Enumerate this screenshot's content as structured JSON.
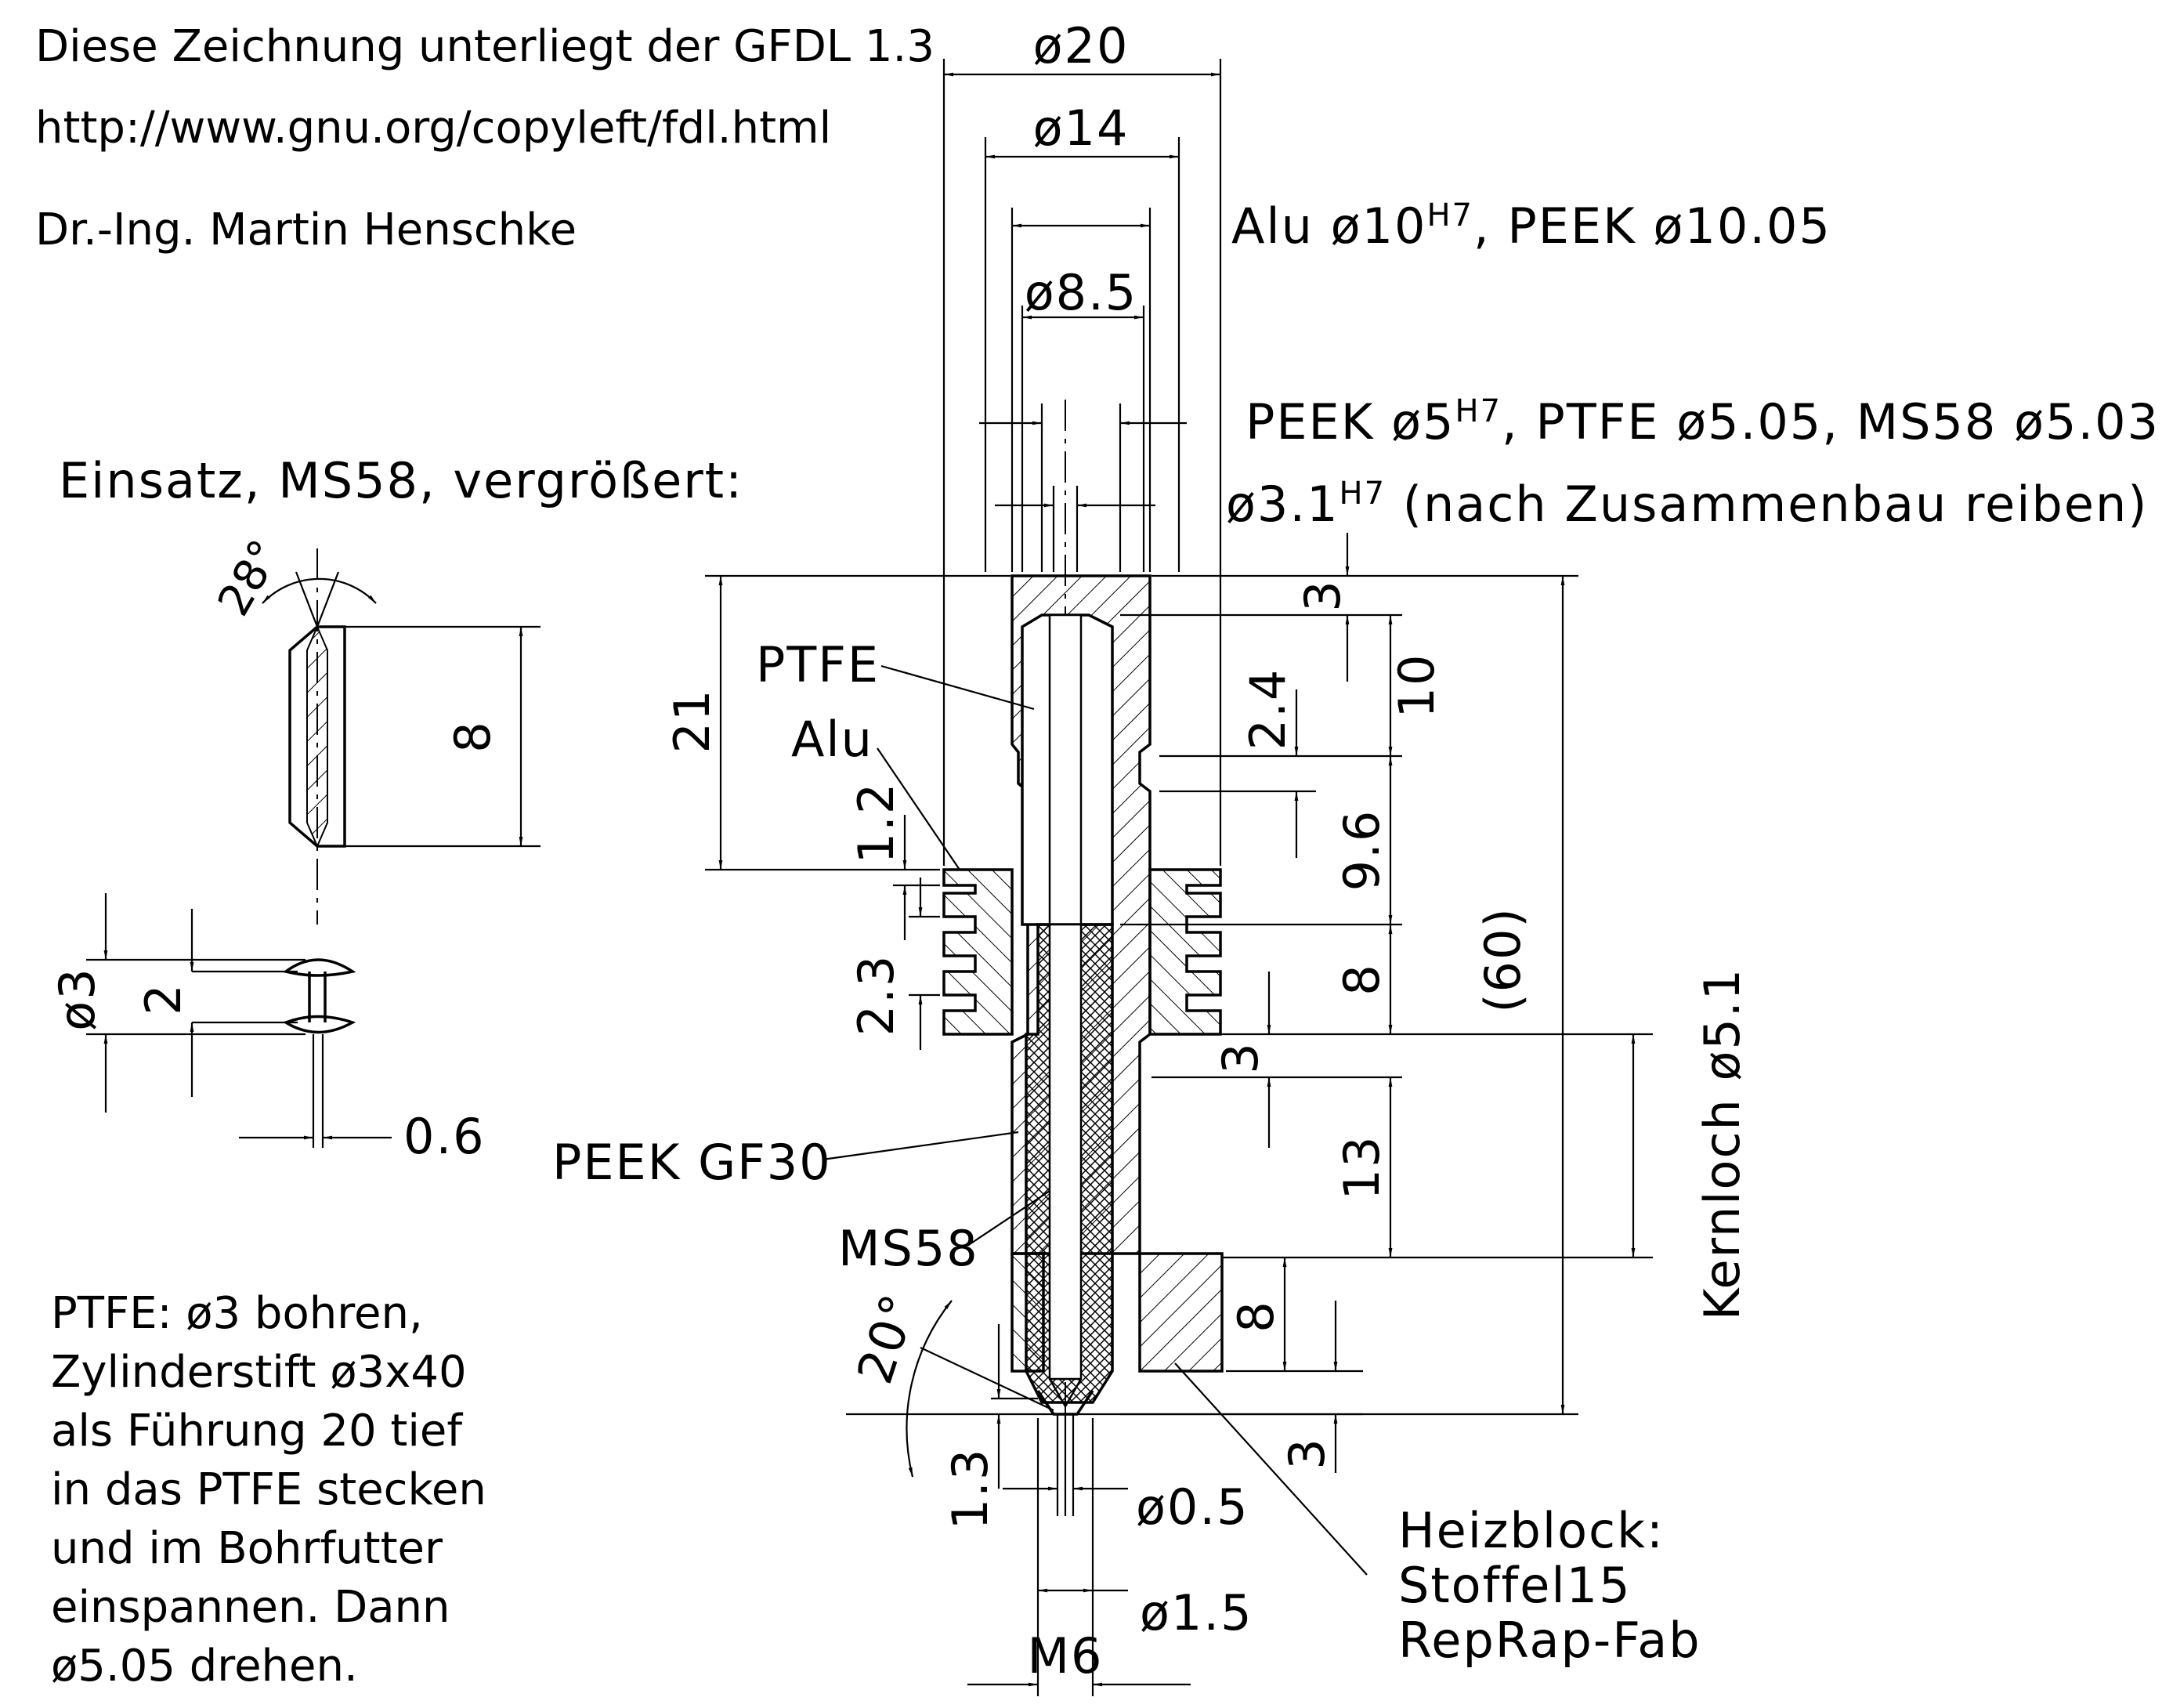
{
  "header": {
    "license": "Diese Zeichnung unterliegt der GFDL 1.3",
    "url": "http://www.gnu.org/copyleft/fdl.html",
    "author": "Dr.-Ing. Martin Henschke"
  },
  "insert": {
    "title": "Einsatz, MS58, vergrößert:",
    "angle": "28°",
    "length": "8",
    "dia": "ø3",
    "width": "2",
    "thickness": "0.6"
  },
  "dims_top": {
    "d20": "ø20",
    "d14": "ø14",
    "d85": "ø8.5",
    "alu_pre": "Alu ø10",
    "alu_sup": "H7",
    "alu_post": ", PEEK ø10.05",
    "peek_pre": "PEEK ø5",
    "peek_sup": "H7",
    "peek_post": ", PTFE ø5.05, MS58 ø5.03",
    "bore_pre": "ø3.1",
    "bore_sup": "H7",
    "bore_post": " (nach Zusammenbau reiben)"
  },
  "labels": {
    "ptfe": "PTFE",
    "alu": "Alu",
    "peek": "PEEK GF30",
    "ms58": "MS58",
    "heizblock": [
      "Heizblock:",
      "Stoffel15",
      "RepRap-Fab"
    ]
  },
  "dims_side": {
    "d21": "21",
    "d12": "1.2",
    "d23": "2.3",
    "d3a": "3",
    "d10": "10",
    "d24": "2.4",
    "d96": "9.6",
    "d8a": "8",
    "d3b": "3",
    "d13": "13",
    "d8b": "8",
    "d3c": "3",
    "d60": "(60)",
    "kernloch": "Kernloch ø5.1",
    "angle20": "20°",
    "d13b": "1.3",
    "d05": "ø0.5",
    "d15": "ø1.5",
    "m6": "M6"
  },
  "note": [
    "PTFE: ø3 bohren,",
    "Zylinderstift ø3x40",
    "als Führung 20 tief",
    "in das PTFE stecken",
    "und im Bohrfutter",
    "einspannen. Dann",
    "ø5.05 drehen."
  ]
}
